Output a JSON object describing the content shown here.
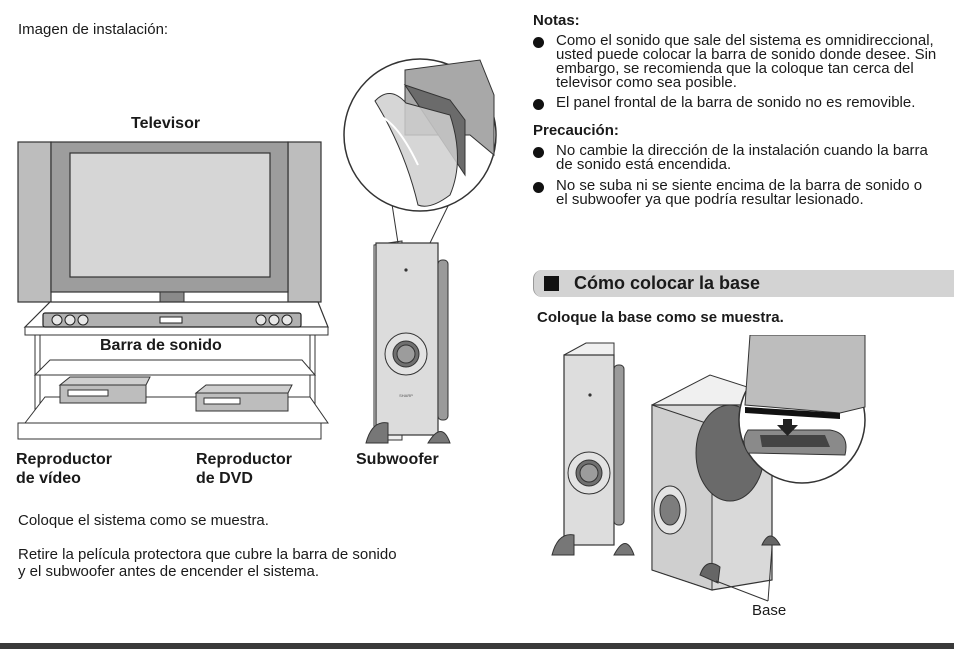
{
  "left": {
    "install_heading": "Imagen de instalación:",
    "labels": {
      "tv": "Televisor",
      "soundbar": "Barra de sonido",
      "video_line1": "Reproductor",
      "video_line2": "de vídeo",
      "dvd_line1": "Reproductor",
      "dvd_line2": "de DVD",
      "subwoofer": "Subwoofer"
    },
    "instruction": "Coloque el sistema como se muestra.",
    "film_line1": "Retire la película protectora que cubre la barra de sonido",
    "film_line2": "y el subwoofer antes de encender el sistema.",
    "brand_mark": "SHARP"
  },
  "right": {
    "notes_heading": "Notas:",
    "notes": [
      [
        "Como el sonido que sale del sistema es omnidireccional,",
        "usted puede colocar la barra de sonido donde desee. Sin",
        "embargo, se recomienda que la coloque tan cerca del",
        "televisor como sea posible."
      ],
      [
        "El panel frontal de la barra de sonido no es removible."
      ]
    ],
    "caution_heading": "Precaución:",
    "cautions": [
      [
        "No cambie la dirección de la instalación cuando la barra",
        "de sonido está encendida."
      ],
      [
        "No se suba ni se siente encima de la barra de sonido o",
        "el subwoofer ya que podría resultar lesionado."
      ]
    ],
    "section_title": "Cómo colocar la base",
    "section_instruction": "Coloque la base como se muestra.",
    "base_label": "Base"
  }
}
